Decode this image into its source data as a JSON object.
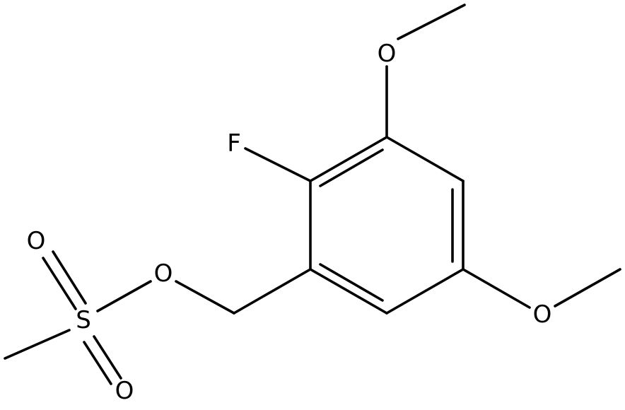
{
  "molecule": {
    "atoms": {
      "fluorine": "F",
      "ester_oxygen": "O",
      "sulfur": "S",
      "sulfonyl_oxygen_top": "O",
      "sulfonyl_oxygen_bottom": "O",
      "methoxy_oxygen_top": "O",
      "methoxy_oxygen_right": "O"
    }
  }
}
